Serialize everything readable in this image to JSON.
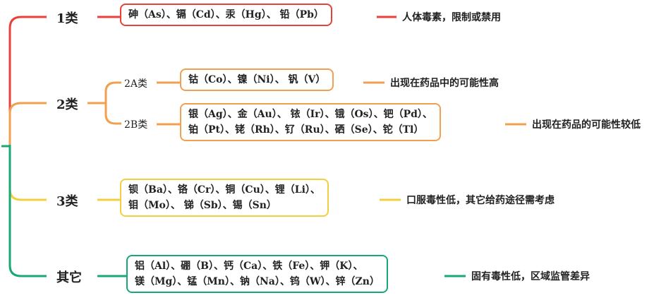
{
  "colors": {
    "red": "#e8413c",
    "orange": "#f0a050",
    "yellow": "#f0d040",
    "green": "#19a874"
  },
  "categories": [
    {
      "label": "1类",
      "box_lines": [
        "砷（As）、镉（Cd）、汞（Hg）、 铅（Pb）"
      ],
      "note": "人体毒素，限制或禁用"
    },
    {
      "label": "2类",
      "subs": [
        {
          "label": "2A类",
          "box_lines": [
            "钴（Co）、镍（Ni）、 钒（V）"
          ],
          "note": "出现在药品中的可能性高"
        },
        {
          "label": "2B类",
          "box_lines": [
            "银（Ag）、金（Au）、 铱（Ir）、锇（Os）、钯（Pd）、",
            "铂（Pt）、铑（Rh）、钌（Ru）、硒（Se）、铊（Tl）"
          ],
          "note": "出现在药品的可能性较低"
        }
      ]
    },
    {
      "label": "3类",
      "box_lines": [
        "钡（Ba）、铬（Cr）、铜（Cu）、锂（Li）、",
        "钼（Mo）、 锑（Sb）、锡（Sn）"
      ],
      "note": "口服毒性低，其它给药途径需考虑"
    },
    {
      "label": "其它",
      "box_lines": [
        "铝（Al）、硼（B）、钙（Ca）、铁（Fe）、钾（K）、",
        "镁（Mg）、锰（Mn）、钠（Na）、钨（W）、锌（Zn）"
      ],
      "note": "固有毒性低，区域监管差异"
    }
  ]
}
